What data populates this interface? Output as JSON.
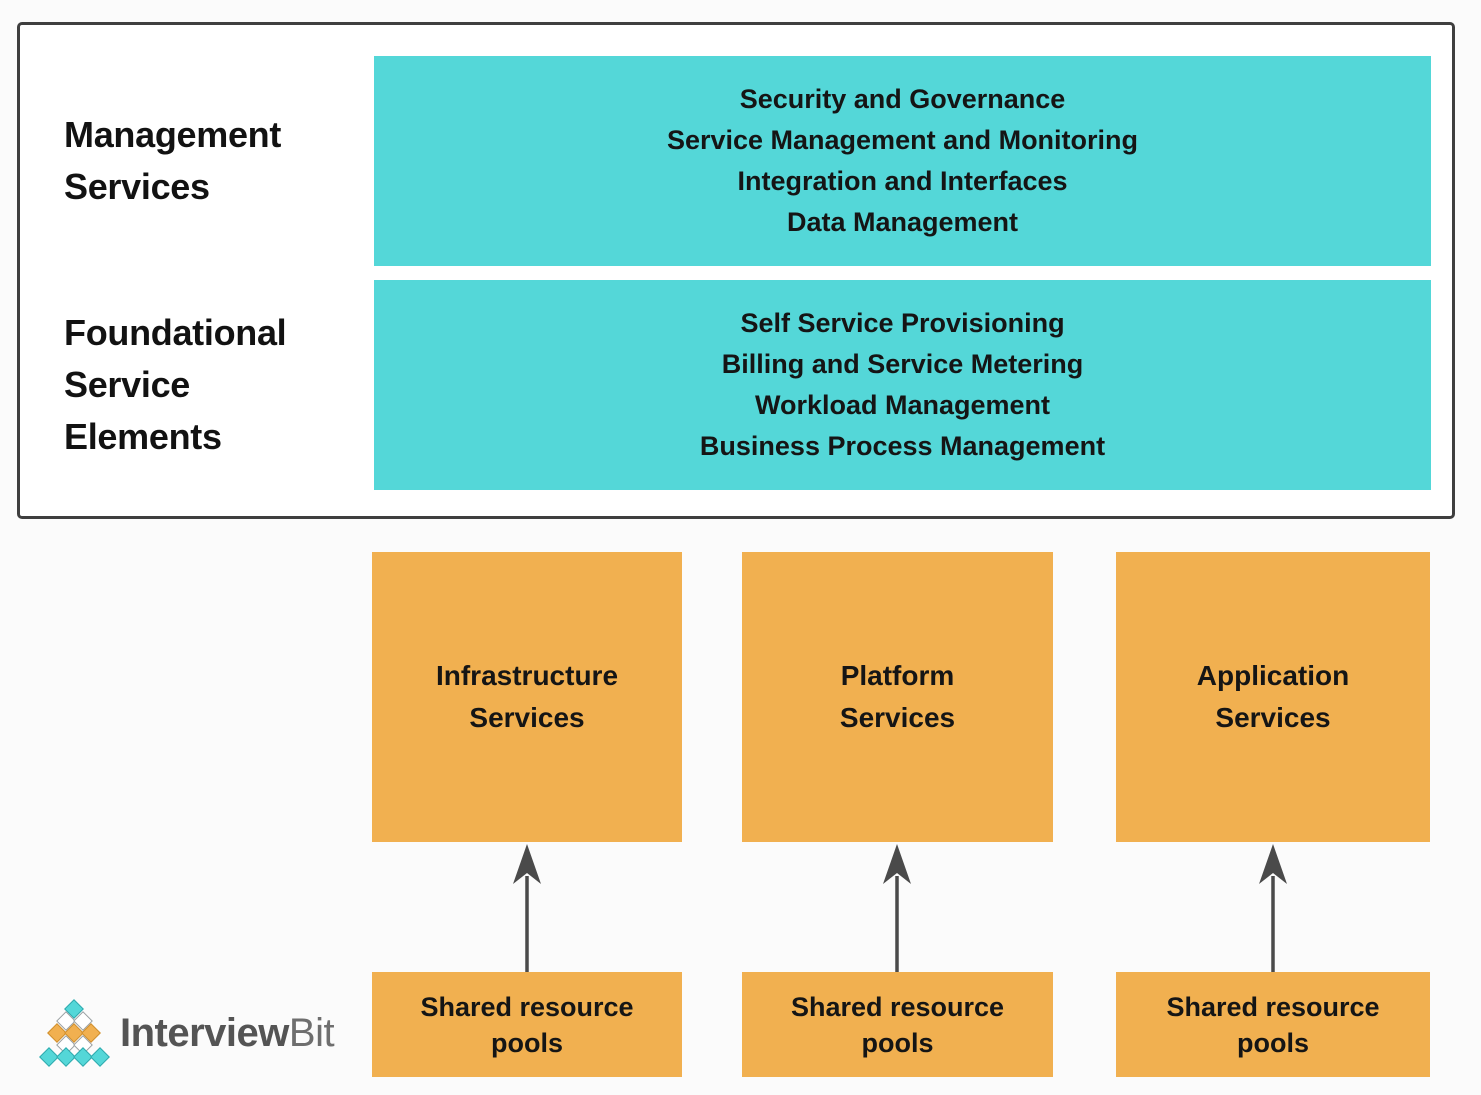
{
  "colors": {
    "teal": "#54d7d8",
    "orange": "#f1b050",
    "panel_border": "#3f3f3f",
    "arrow": "#4a4a4a",
    "text_dark": "#1a1a1a",
    "page_bg": "#fbfbfb",
    "logo_dark": "#545454",
    "logo_light": "#6e6e6e"
  },
  "panel": {
    "management": {
      "label_lines": [
        "Management",
        "Services"
      ],
      "items": [
        "Security and Governance",
        "Service Management and Monitoring",
        "Integration and Interfaces",
        "Data Management"
      ]
    },
    "foundational": {
      "label_lines": [
        "Foundational",
        "Service",
        "Elements"
      ],
      "items": [
        "Self Service Provisioning",
        "Billing and Service Metering",
        "Workload Management",
        "Business Process Management"
      ]
    }
  },
  "columns": [
    {
      "service_lines": [
        "Infrastructure",
        "Services"
      ],
      "pool_lines": [
        "Shared resource",
        "pools"
      ]
    },
    {
      "service_lines": [
        "Platform",
        "Services"
      ],
      "pool_lines": [
        "Shared resource",
        "pools"
      ]
    },
    {
      "service_lines": [
        "Application",
        "Services"
      ],
      "pool_lines": [
        "Shared resource",
        "pools"
      ]
    }
  ],
  "logo": {
    "primary": "Interview",
    "secondary": "Bit"
  }
}
